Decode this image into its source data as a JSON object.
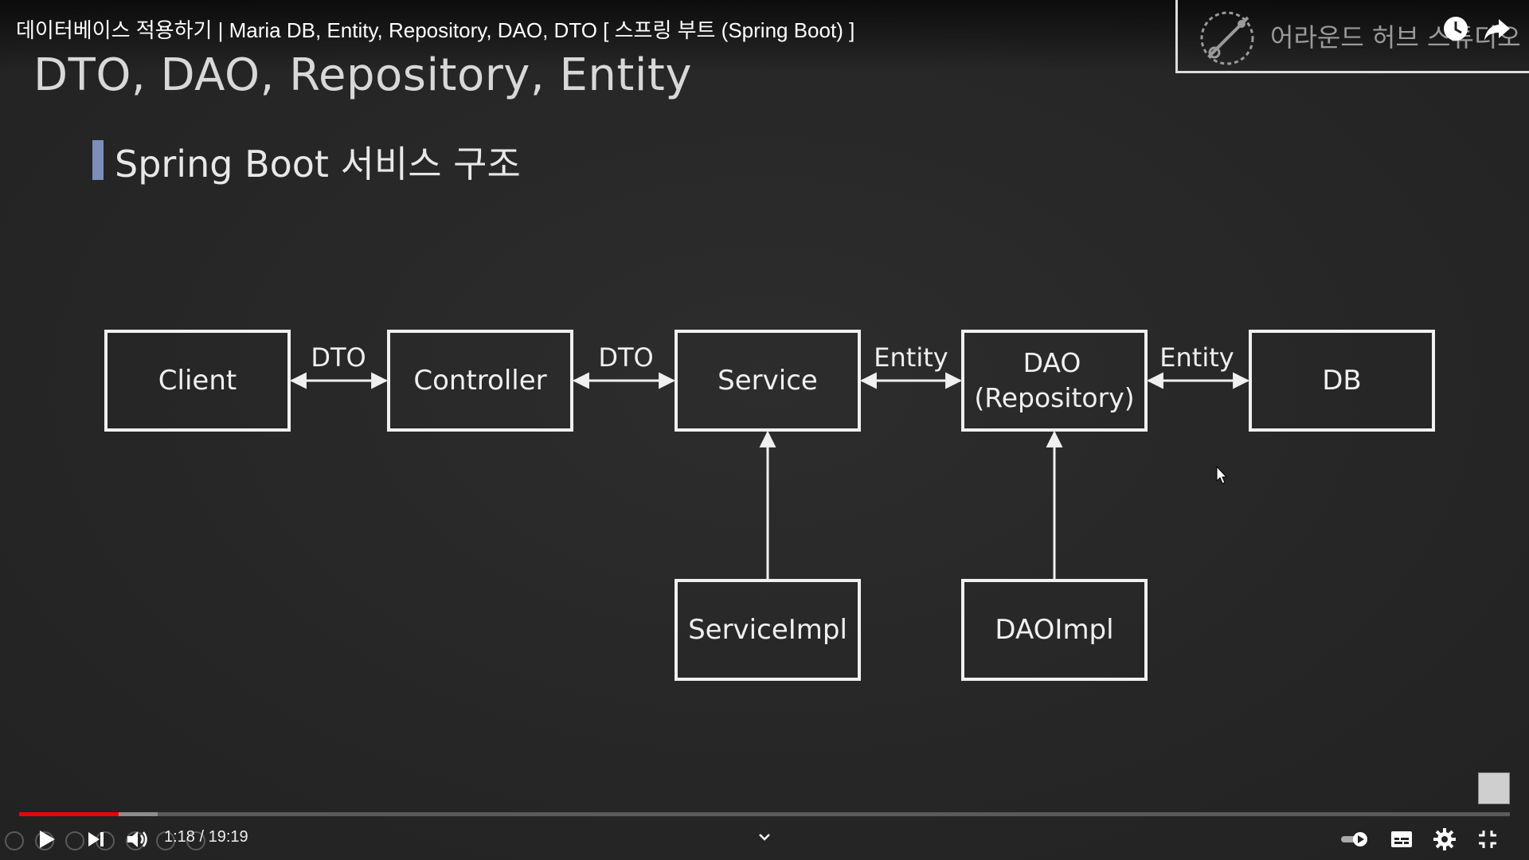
{
  "video": {
    "title": "데이터베이스 적용하기 | Maria DB, Entity, Repository, DAO, DTO [ 스프링 부트 (Spring Boot) ]",
    "channel_name": "어라운드 허브 스튜디오",
    "current_time": "1:18",
    "duration": "19:19",
    "time_display": "1:18 / 19:19",
    "progress_played": 0.067,
    "progress_buffered": 0.093,
    "accent_color": "#ff0000"
  },
  "slide": {
    "title": "DTO, DAO, Repository, Entity",
    "section_title": "Spring Boot 서비스 구조"
  },
  "diagram": {
    "nodes": {
      "client": "Client",
      "controller": "Controller",
      "service": "Service",
      "dao_line1": "DAO",
      "dao_line2": "(Repository)",
      "db": "DB",
      "service_impl": "ServiceImpl",
      "dao_impl": "DAOImpl"
    },
    "edges": {
      "client_controller": "DTO",
      "controller_service": "DTO",
      "service_dao": "Entity",
      "dao_db": "Entity"
    }
  },
  "icons": {
    "watch_later": "clock-icon",
    "share": "share-icon",
    "play": "play-icon",
    "next": "next-icon",
    "volume": "volume-icon",
    "chapters": "chevron-down-icon",
    "autoplay": "autoplay-toggle-icon",
    "subtitles": "subtitles-icon",
    "settings": "gear-icon",
    "fullscreen_exit": "exit-fullscreen-icon"
  }
}
